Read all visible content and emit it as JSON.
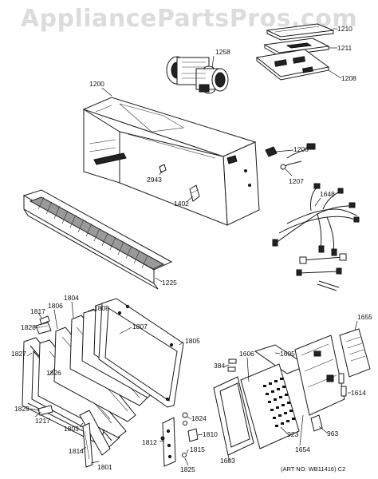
{
  "watermark": "AppliancePartsPros.com",
  "art_number": "(ART NO. WB11416) C2",
  "labels": {
    "p1210": "1210",
    "p1211": "1211",
    "p1208": "1208",
    "p1258": "1258",
    "p1200": "1200",
    "p1206": "1206",
    "p1207": "1207",
    "p2943": "2943",
    "p1402": "1402",
    "p1648": "1648",
    "p1225": "1225",
    "p1817": "1817",
    "p1806": "1806",
    "p1804": "1804",
    "p1808": "1808",
    "p1807": "1807",
    "p1805": "1805",
    "p1828": "1828",
    "p1827": "1827",
    "p1826": "1826",
    "p1829": "1829",
    "p1217": "1217",
    "p1803": "1803",
    "p1814": "1814",
    "p1801": "1801",
    "p1812": "1812",
    "p1824": "1824",
    "p1810": "1810",
    "p1815": "1815",
    "p1825": "1825",
    "p384": "384",
    "p1605": "1605",
    "p1606": "1606",
    "p923": "923",
    "p1603": "1603",
    "p1654": "1654",
    "p1655": "1655",
    "p1614": "1614",
    "p963": "963"
  }
}
